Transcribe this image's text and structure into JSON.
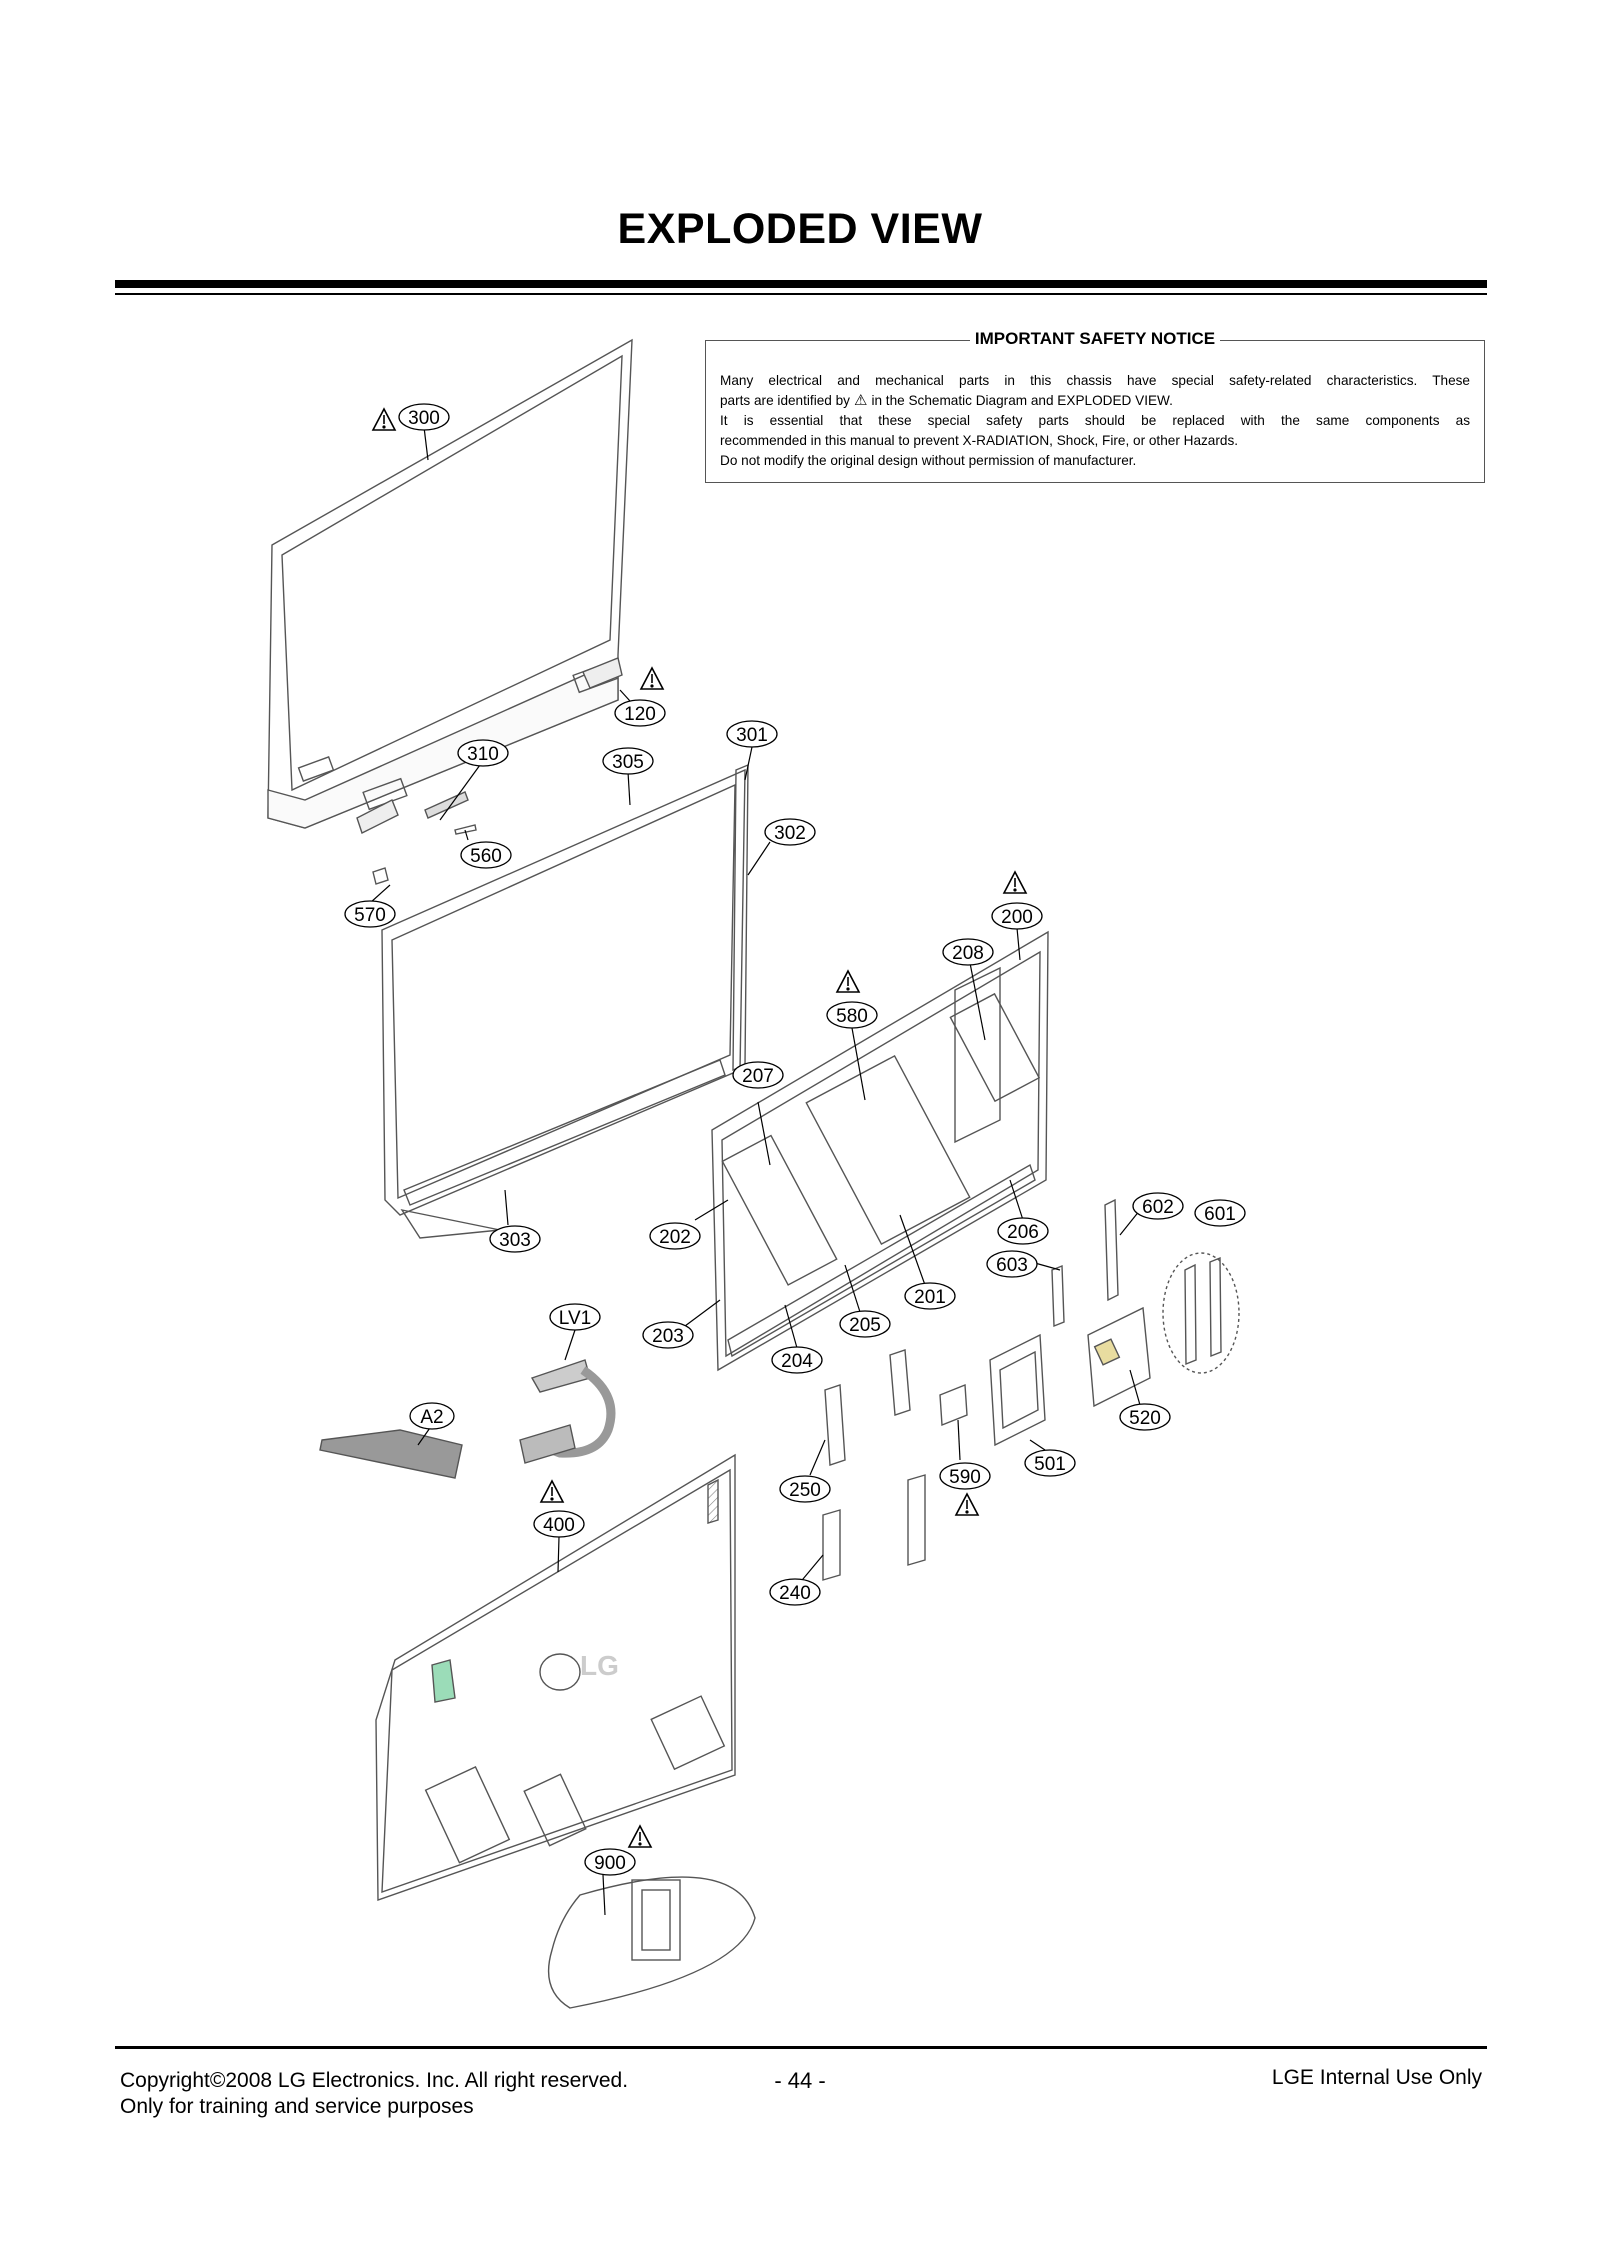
{
  "title": "EXPLODED VIEW",
  "notice": {
    "title": "IMPORTANT SAFETY NOTICE",
    "line1": "Many electrical and mechanical parts in this chassis have special safety-related characteristics. These",
    "line2_pre": "parts are identified by",
    "line2_post": "in the Schematic Diagram and EXPLODED VIEW.",
    "line3": "It is essential that these special safety parts should be replaced with the same components as",
    "line4": "recommended in this manual to prevent X-RADIATION, Shock, Fire, or other Hazards.",
    "line5": "Do not modify the original design without permission of manufacturer."
  },
  "brand_logo": "LG",
  "callouts": [
    "300",
    "120",
    "310",
    "305",
    "301",
    "302",
    "560",
    "570",
    "200",
    "208",
    "580",
    "207",
    "202",
    "303",
    "206",
    "602",
    "601",
    "603",
    "201",
    "205",
    "203",
    "204",
    "LV1",
    "A2",
    "520",
    "501",
    "590",
    "250",
    "400",
    "240",
    "900"
  ],
  "footer": {
    "copyright": "Copyright©2008 LG Electronics. Inc. All right reserved.",
    "purpose": "Only for training and service purposes",
    "page": "- 44 -",
    "internal": "LGE Internal Use Only"
  }
}
